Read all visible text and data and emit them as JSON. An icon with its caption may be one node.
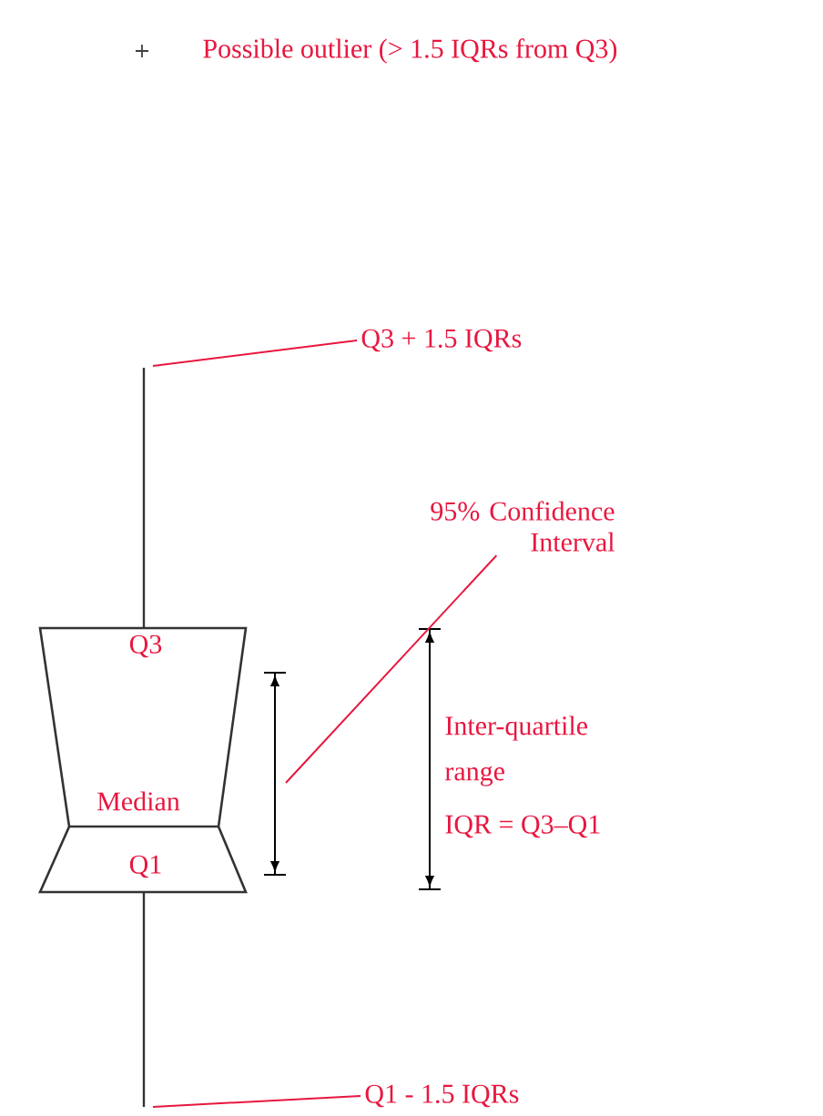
{
  "diagram": {
    "nodes": [
      {
        "text": [
          "Q3",
          "Median",
          "Q1"
        ]
      },
      {
        "text": [
          "Q3 + 1.5 IQRs"
        ]
      },
      {
        "text": [
          "95% Confidence Interval"
        ]
      },
      {
        "text": [
          "Q1 - 1.5 IQRs"
        ]
      }
    ],
    "edges": [
      {
        "from": 1,
        "to": null,
        "arrow": "none"
      },
      {
        "from": 2,
        "to": null,
        "arrow": "none"
      },
      {
        "from": 3,
        "to": null,
        "arrow": "none"
      }
    ],
    "labels": [
      "Inter-quartile range",
      "IQR = Q3–Q1"
    ],
    "legend": [
      {
        "text": "Possible outlier (> 1.5 IQRs from Q3)"
      }
    ]
  }
}
